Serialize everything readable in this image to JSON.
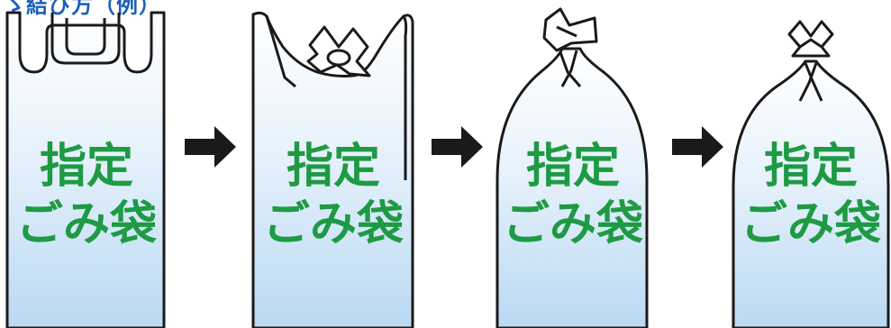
{
  "heading": {
    "text": "ゝ結び方（例）"
  },
  "bags": [
    {
      "line1": "指定",
      "line2": "ごみ袋"
    },
    {
      "line1": "指定",
      "line2": "ごみ袋"
    },
    {
      "line1": "指定",
      "line2": "ごみ袋"
    },
    {
      "line1": "指定",
      "line2": "ごみ袋"
    }
  ],
  "colors": {
    "bag_fill_top": "#ffffff",
    "bag_fill_bottom": "#b9d9f3",
    "label_green": "#1f9a44",
    "heading_blue": "#1a5fb8",
    "outline": "#1a1a1a"
  }
}
